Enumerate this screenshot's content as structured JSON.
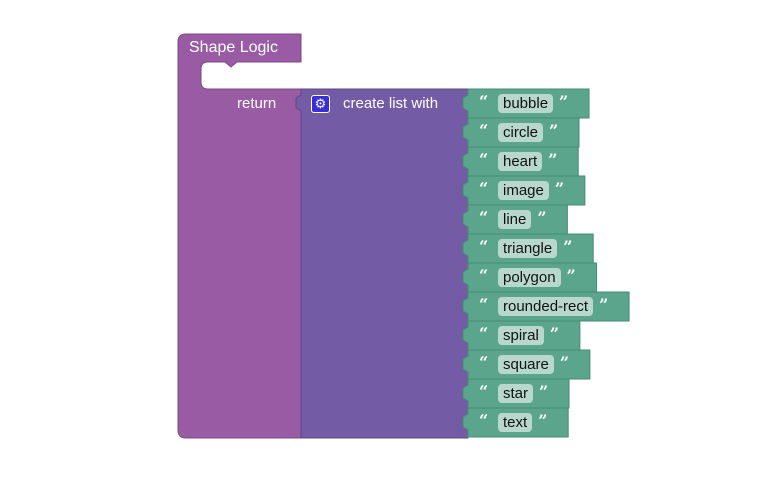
{
  "procedure": {
    "name": "Shape Logic",
    "return_label": "return",
    "color": "#9a5ba5"
  },
  "list_block": {
    "label": "create list with",
    "color": "#745ba5",
    "mutator_icon": "gear-icon"
  },
  "text_block_color": "#5ba58c",
  "items": [
    "bubble",
    "circle",
    "heart",
    "image",
    "line",
    "triangle",
    "polygon",
    "rounded-rect",
    "spiral",
    "square",
    "star",
    "text"
  ]
}
